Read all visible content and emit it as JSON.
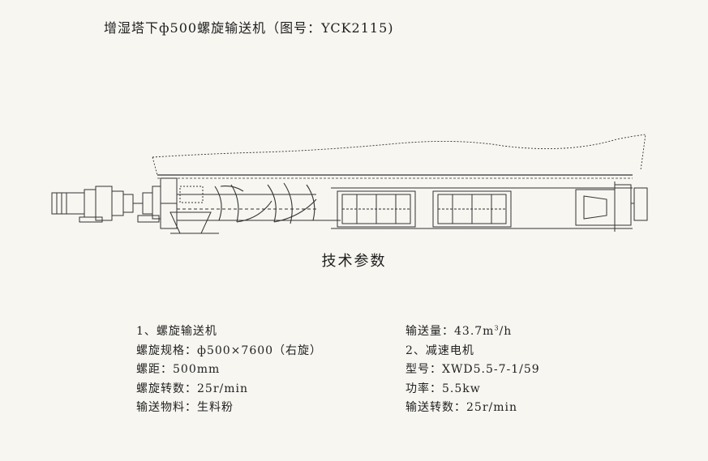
{
  "title": "增湿塔下ф500螺旋输送机（图号：YCK2115)",
  "section_title": "技术参数",
  "left_specs": [
    "1、螺旋输送机",
    "螺旋规格：ф500×7600（右旋）",
    "螺距：500mm",
    "螺旋转数：25r/min",
    "输送物料：生料粉"
  ],
  "right_specs": {
    "capacity_label": "输送量：43.7m",
    "capacity_sup": "3",
    "capacity_unit": "/h",
    "lines": [
      "2、减速电机",
      "型号：XWD5.5-7-1/59",
      "功率：5.5kw",
      "输送转数：25r/min"
    ]
  },
  "colors": {
    "background": "#f7f6f1",
    "ink": "#222222"
  }
}
